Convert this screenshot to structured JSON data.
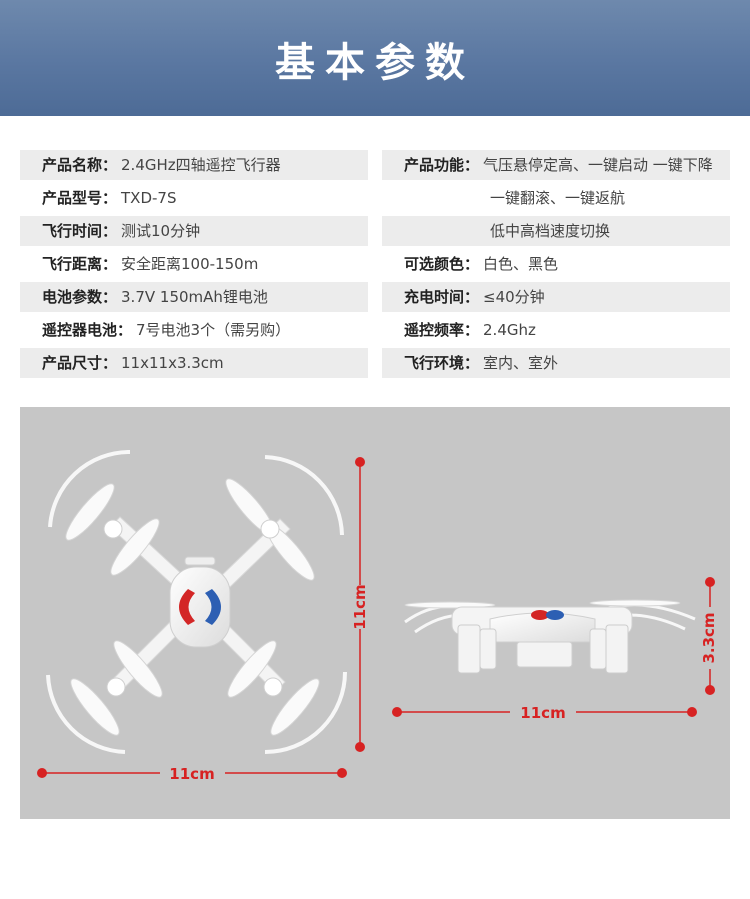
{
  "header": {
    "title": "基本参数"
  },
  "specs": {
    "left": [
      {
        "label": "产品名称：",
        "value": "2.4GHz四轴遥控飞行器"
      },
      {
        "label": "产品型号：",
        "value": "TXD-7S"
      },
      {
        "label": "飞行时间：",
        "value": "测试10分钟"
      },
      {
        "label": "飞行距离：",
        "value": "安全距离100-150m"
      },
      {
        "label": "电池参数：",
        "value": "3.7V 150mAh锂电池"
      },
      {
        "label": "遥控器电池：",
        "value": "7号电池3个（需另购）"
      },
      {
        "label": "产品尺寸：",
        "value": "11x11x3.3cm"
      }
    ],
    "right": [
      {
        "label": "产品功能：",
        "value": "气压悬停定高、一键启动 一键下降"
      },
      {
        "label": "",
        "value": "一键翻滚、一键返航"
      },
      {
        "label": "",
        "value": "低中高档速度切换"
      },
      {
        "label": "可选颜色：",
        "value": "白色、黑色"
      },
      {
        "label": "充电时间：",
        "value": "≤40分钟"
      },
      {
        "label": "遥控频率：",
        "value": "2.4Ghz"
      },
      {
        "label": "飞行环境：",
        "value": "室内、室外"
      }
    ]
  },
  "dimensions": {
    "top_width": "11cm",
    "top_length": "11cm",
    "side_width": "11cm",
    "side_height": "3.3cm"
  },
  "colors": {
    "banner": "#5a77a1",
    "dimension": "#d72222",
    "panel": "#c6c6c6",
    "row_shade": "#ececec"
  }
}
